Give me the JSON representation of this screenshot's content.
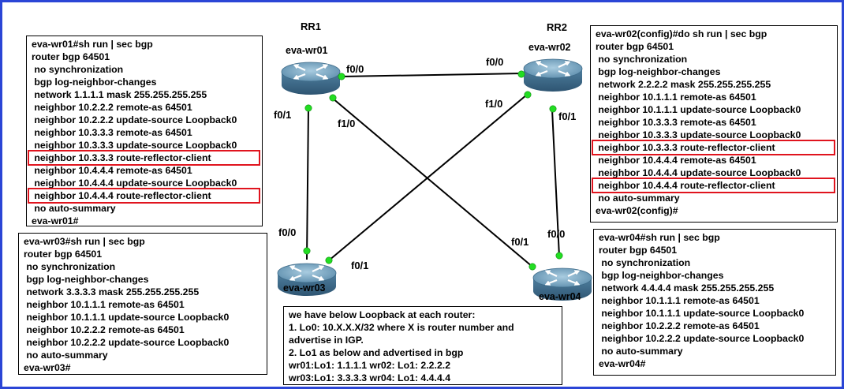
{
  "rr_labels": {
    "rr1": "RR1",
    "rr2": "RR2"
  },
  "routers": {
    "r1": "eva-wr01",
    "r2": "eva-wr02",
    "r3": "eva-wr03",
    "r4": "eva-wr04"
  },
  "interfaces": {
    "r1_f00": "f0/0",
    "r2_f00": "f0/0",
    "r1_f01": "f0/1",
    "r1_f10": "f1/0",
    "r2_f10": "f1/0",
    "r2_f01": "f0/1",
    "r3_f00": "f0/0",
    "r3_f01": "f0/1",
    "r4_f01": "f0/1",
    "r4_f00": "f0/0"
  },
  "colors": {
    "border": "#2b45d6",
    "highlight": "#e0141e",
    "link_dot": "#22dd22",
    "router_body": "#5f8fae"
  },
  "configs": {
    "wr01": [
      "eva-wr01#sh run | sec bgp",
      "router bgp 64501",
      " no synchronization",
      " bgp log-neighbor-changes",
      " network 1.1.1.1 mask 255.255.255.255",
      " neighbor 10.2.2.2 remote-as 64501",
      " neighbor 10.2.2.2 update-source Loopback0",
      " neighbor 10.3.3.3 remote-as 64501",
      " neighbor 10.3.3.3 update-source Loopback0",
      " neighbor 10.3.3.3 route-reflector-client",
      " neighbor 10.4.4.4 remote-as 64501",
      " neighbor 10.4.4.4 update-source Loopback0",
      " neighbor 10.4.4.4 route-reflector-client",
      " no auto-summary",
      "eva-wr01#"
    ],
    "wr02": [
      "eva-wr02(config)#do sh run | sec bgp",
      "router bgp 64501",
      " no synchronization",
      " bgp log-neighbor-changes",
      " network 2.2.2.2 mask 255.255.255.255",
      " neighbor 10.1.1.1 remote-as 64501",
      " neighbor 10.1.1.1 update-source Loopback0",
      " neighbor 10.3.3.3 remote-as 64501",
      " neighbor 10.3.3.3 update-source Loopback0",
      " neighbor 10.3.3.3 route-reflector-client",
      " neighbor 10.4.4.4 remote-as 64501",
      " neighbor 10.4.4.4 update-source Loopback0",
      " neighbor 10.4.4.4 route-reflector-client",
      " no auto-summary",
      "eva-wr02(config)#"
    ],
    "wr03": [
      "eva-wr03#sh run | sec bgp",
      "router bgp 64501",
      " no synchronization",
      " bgp log-neighbor-changes",
      " network 3.3.3.3 mask 255.255.255.255",
      " neighbor 10.1.1.1 remote-as 64501",
      " neighbor 10.1.1.1 update-source Loopback0",
      " neighbor 10.2.2.2 remote-as 64501",
      " neighbor 10.2.2.2 update-source Loopback0",
      " no auto-summary",
      "eva-wr03#"
    ],
    "wr04": [
      "eva-wr04#sh run | sec bgp",
      "router bgp 64501",
      " no synchronization",
      " bgp log-neighbor-changes",
      " network 4.4.4.4 mask 255.255.255.255",
      " neighbor 10.1.1.1 remote-as 64501",
      " neighbor 10.1.1.1 update-source Loopback0",
      " neighbor 10.2.2.2 remote-as 64501",
      " neighbor 10.2.2.2 update-source Loopback0",
      " no auto-summary",
      "eva-wr04#"
    ]
  },
  "highlighted_lines": {
    "wr01": [
      9,
      12
    ],
    "wr02": [
      9,
      12
    ]
  },
  "note": [
    "we have below Loopback at each router:",
    "1. Lo0: 10.X.X.X/32 where X is router number and",
    "advertise in IGP.",
    "2. Lo1 as below and advertised in bgp",
    "wr01:Lo1: 1.1.1.1 wr02: Lo1: 2.2.2.2",
    "wr03:Lo1: 3.3.3.3 wr04: Lo1: 4.4.4.4"
  ]
}
